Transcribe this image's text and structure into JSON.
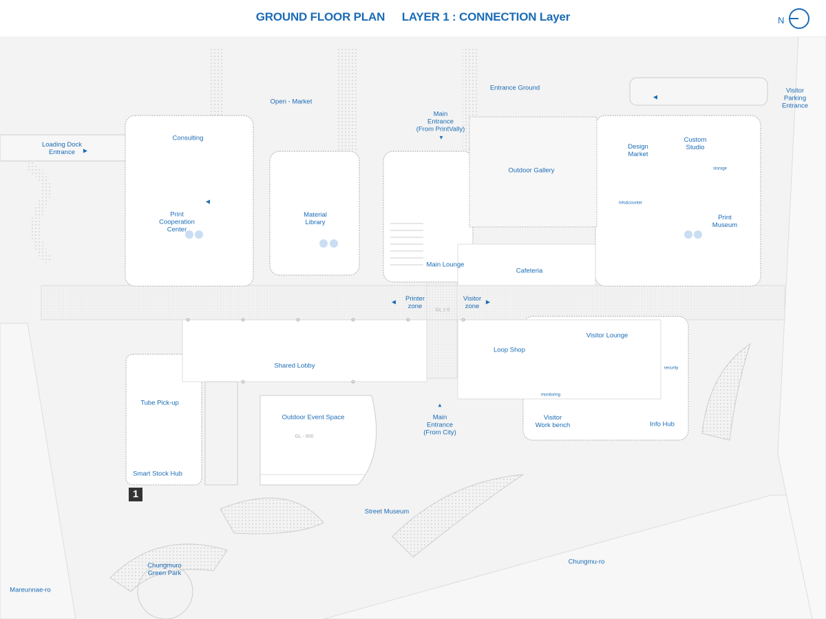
{
  "header": {
    "title_left": "GROUND FLOOR PLAN",
    "title_right": "LAYER 1 :  CONNECTION Layer",
    "north_label": "N"
  },
  "badge": "1",
  "labels": [
    "Open - Market",
    "Entrance Ground",
    "Main\nEntrance\n(From PrintVally)",
    "Visitor Parking\nEntrance",
    "Loading Dock\nEntrance",
    "Consulting",
    "Print\nCooperation\nCenter",
    "Material\nLibrary",
    "Outdoor Gallery",
    "Design\nMarket",
    "Custom\nStudio",
    "Print\nMuseum",
    "Main Lounge",
    "Cafeteria",
    "Printer\nzone",
    "Visitor\nzone",
    "Shared Lobby",
    "Loop Shop",
    "Visitor Lounge",
    "Visitor\nWork bench",
    "Info Hub",
    "Tube Pick-up",
    "Outdoor Event Space",
    "Main\nEntrance\n(From City)",
    "Smart Stock Hub",
    "Street Museum",
    "Chungmuro\nGreen Park",
    "Chungmu-ro",
    "Mareunnae-ro"
  ],
  "small_labels": [
    "storage",
    "Info&counter",
    "security",
    "monitoring"
  ],
  "level_labels": [
    "GL ± 0",
    "GL - 900"
  ],
  "colors": {
    "accent": "#1a6bb5",
    "ground": "#f3f3f3",
    "building": "#ffffff",
    "line": "#cfcfcf"
  }
}
